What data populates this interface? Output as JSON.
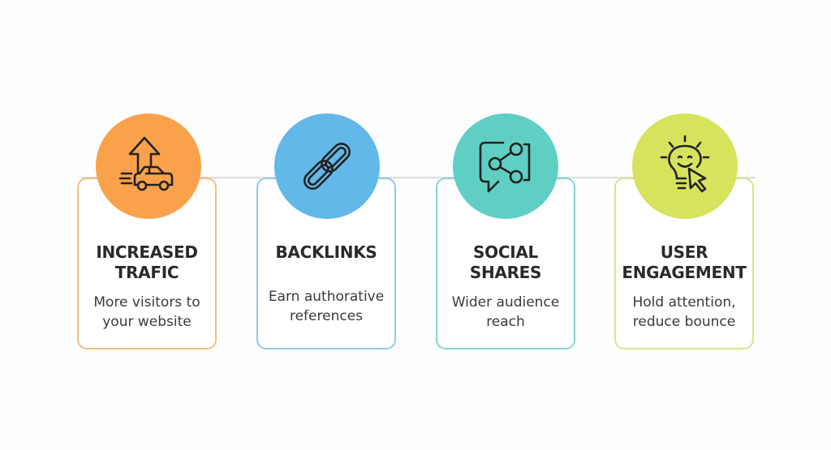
{
  "steps": [
    {
      "title_line1": "INCREASED",
      "title_line2": "TRAFIC",
      "desc_line1": "More visitors to",
      "desc_line2": "your website",
      "icon": "traffic-car-arrow-icon",
      "color": "#F9A24B",
      "border": "#F5BD7D"
    },
    {
      "title_line1": "BACKLINKS",
      "title_line2": "",
      "desc_line1": "Earn authorative",
      "desc_line2": "references",
      "icon": "chain-link-icon",
      "color": "#62B8E8",
      "border": "#8FCBEC"
    },
    {
      "title_line1": "SOCIAL",
      "title_line2": "SHARES",
      "desc_line1": "Wider audience",
      "desc_line2": "reach",
      "icon": "share-chat-icon",
      "color": "#5FCFC4",
      "border": "#82D6D0"
    },
    {
      "title_line1": "USER",
      "title_line2": "ENGAGEMENT",
      "desc_line1": "Hold attention,",
      "desc_line2": "reduce bounce",
      "icon": "lightbulb-cursor-icon",
      "color": "#D6E35C",
      "border": "#D9E58A"
    }
  ]
}
